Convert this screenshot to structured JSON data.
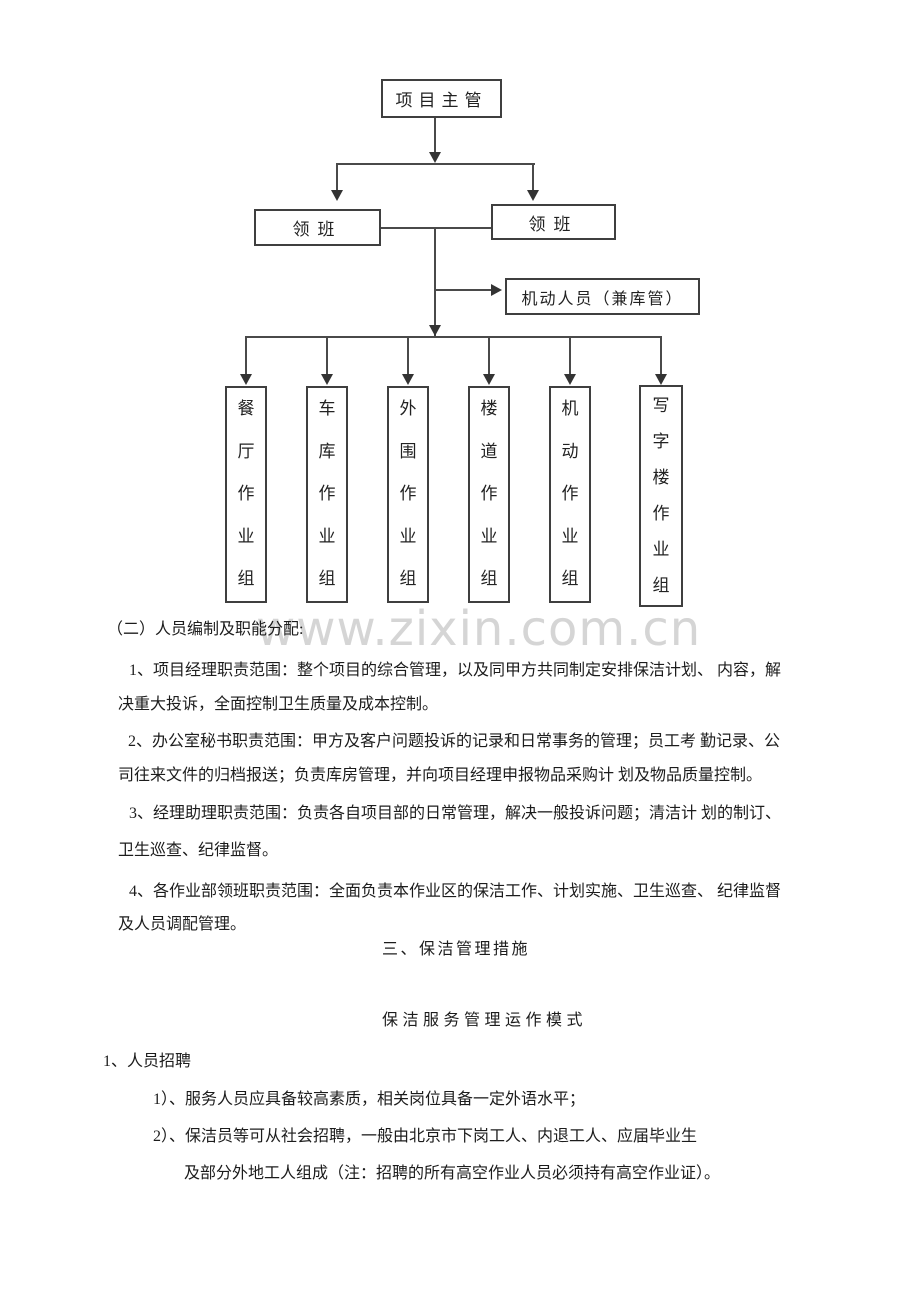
{
  "watermark": {
    "text": "www.zixin.com.cn",
    "color": "#d5d5d5"
  },
  "org_chart": {
    "root_label": "项目主管",
    "foreman_left_label": "领班",
    "foreman_right_label": "领班",
    "mobile_label": "机动人员（兼库管）",
    "groups": [
      "餐厅作业组",
      "车库作业组",
      "外围作业组",
      "楼道作业组",
      "机动作业组",
      "写字楼作业组"
    ]
  },
  "document": {
    "lines": [
      "（二）人员编制及职能分配:",
      "1、项目经理职责范围：整个项目的综合管理，以及同甲方共同制定安排保洁计划、 内容，解",
      "决重大投诉，全面控制卫生质量及成本控制。",
      "2、办公室秘书职责范围：甲方及客户问题投诉的记录和日常事务的管理；员工考 勤记录、公",
      "司往来文件的归档报送；负责库房管理，并向项目经理申报物品采购计 划及物品质量控制。",
      "3、经理助理职责范围：负责各自项目部的日常管理，解决一般投诉问题；清洁计 划的制订、",
      "卫生巡查、纪律监督。",
      "4、各作业部领班职责范围：全面负责本作业区的保洁工作、计划实施、卫生巡查、 纪律监督",
      "及人员调配管理。",
      "三、保洁管理措施",
      "保洁服务管理运作模式",
      "1、人员招聘",
      "1）、服务人员应具备较高素质，相关岗位具备一定外语水平；",
      "2）、保洁员等可从社会招聘，一般由北京市下岗工人、内退工人、应届毕业生",
      "及部分外地工人组成（注：招聘的所有高空作业人员必须持有高空作业证）。"
    ]
  },
  "colors": {
    "line": "#4a4a4a",
    "border": "#3f3f3f",
    "text": "#1c1c1c",
    "watermark": "#d5d5d5"
  }
}
